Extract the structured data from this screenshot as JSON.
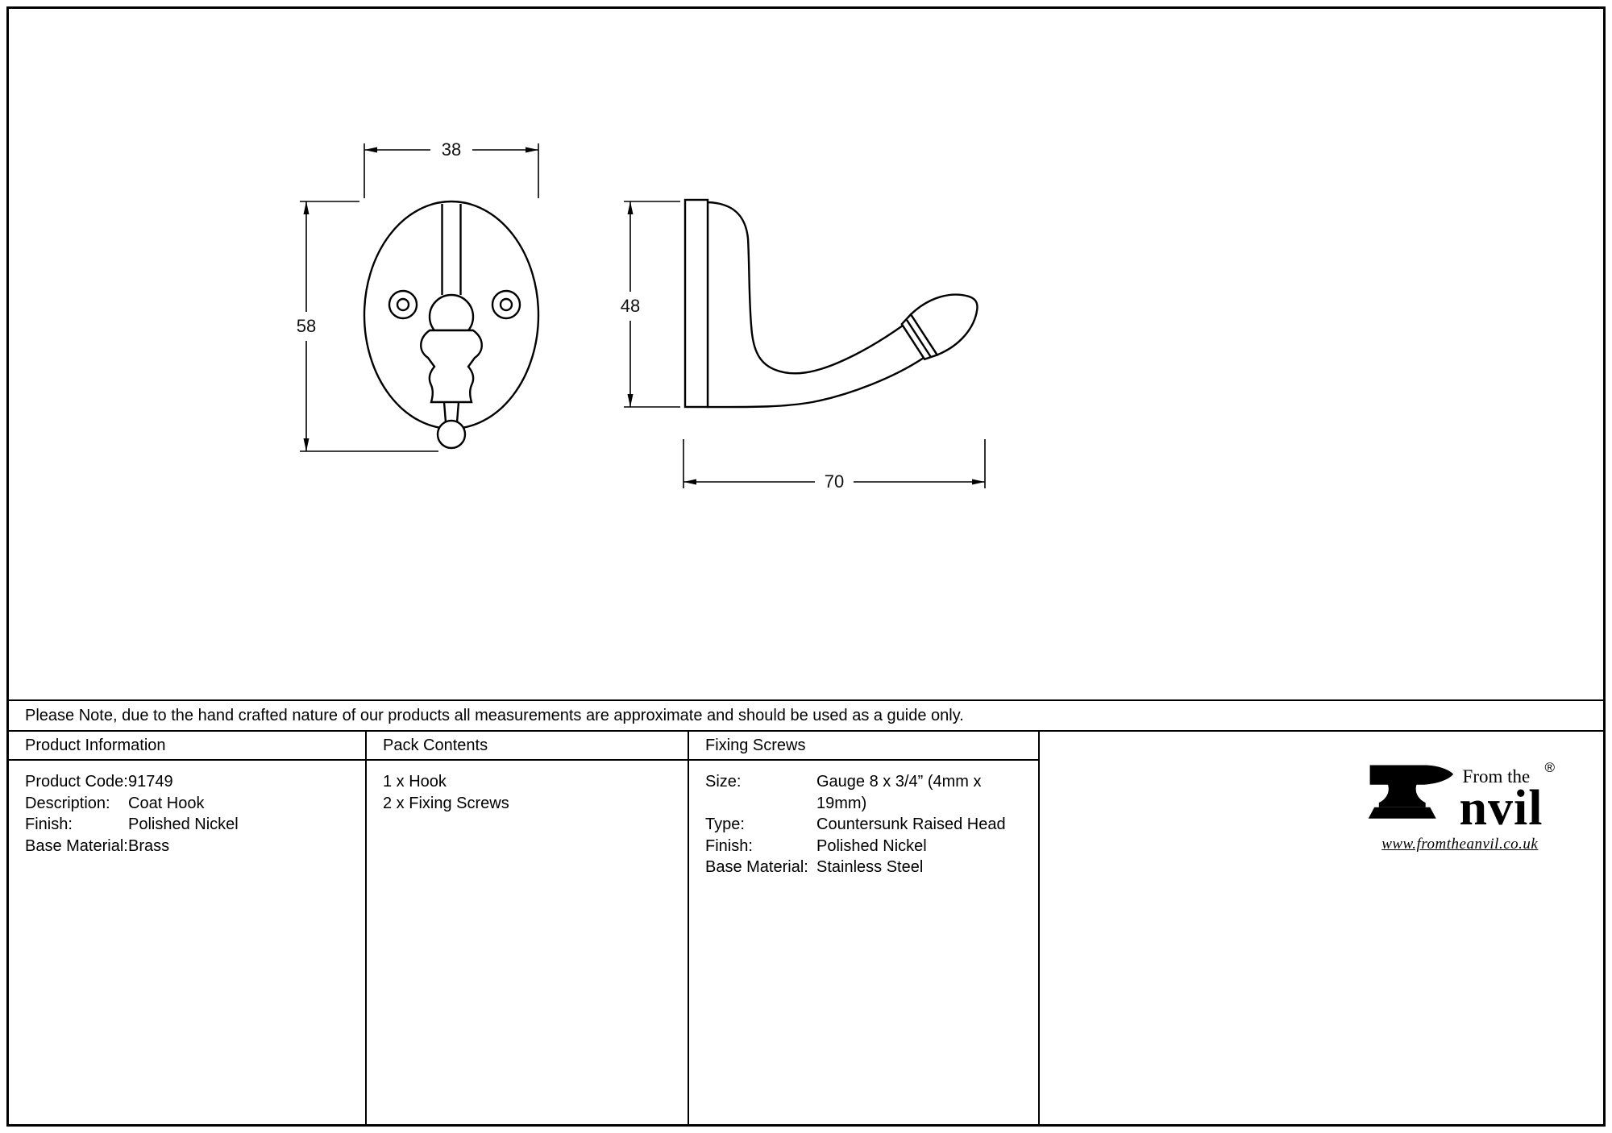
{
  "drawing": {
    "front": {
      "width_label": "38",
      "height_label": "58"
    },
    "side": {
      "height_label": "48",
      "width_label": "70"
    }
  },
  "note": "Please Note, due to the hand crafted nature of our products all measurements are approximate and should be used as a guide only.",
  "table": {
    "product_information": {
      "header": "Product Information",
      "rows": [
        {
          "label": "Product Code:",
          "value": "91749"
        },
        {
          "label": "Description:",
          "value": "Coat Hook"
        },
        {
          "label": "Finish:",
          "value": "Polished Nickel"
        },
        {
          "label": "Base Material:",
          "value": "Brass"
        }
      ]
    },
    "pack_contents": {
      "header": "Pack Contents",
      "items": [
        "1 x Hook",
        "2 x Fixing Screws"
      ]
    },
    "fixing_screws": {
      "header": "Fixing Screws",
      "rows": [
        {
          "label": "Size:",
          "value": "Gauge 8 x 3/4” (4mm x 19mm)"
        },
        {
          "label": "Type:",
          "value": "Countersunk Raised Head"
        },
        {
          "label": "Finish:",
          "value": "Polished Nickel"
        },
        {
          "label": "Base Material:",
          "value": "Stainless Steel"
        }
      ]
    }
  },
  "logo": {
    "tagline": "From the",
    "wordmark": "nvil",
    "registered": "®",
    "website": "www.fromtheanvil.co.uk"
  }
}
